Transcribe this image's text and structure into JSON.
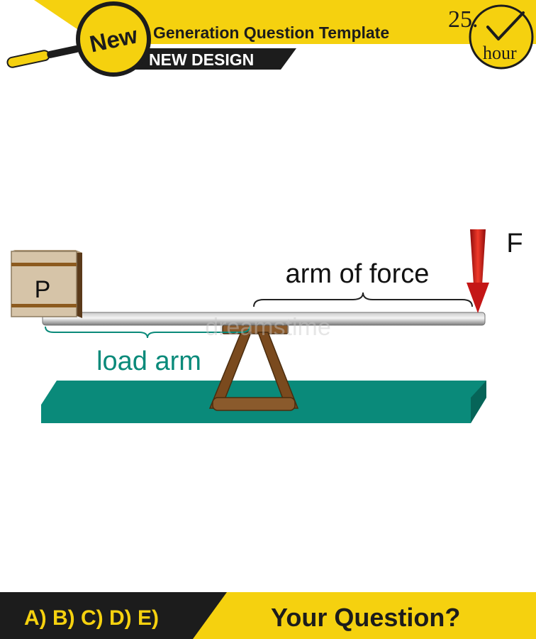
{
  "header": {
    "badge": "New",
    "title": "Generation Question Template",
    "subtitle": "NEW DESIGN",
    "timer_value": "25.",
    "timer_unit": "hour"
  },
  "diagram": {
    "box_label": "P",
    "force_label": "F",
    "arm_of_force_label": "arm of force",
    "load_arm_label": "load arm",
    "watermark": "dreamstime"
  },
  "footer": {
    "options": "A) B) C) D) E)",
    "question": "Your Question?"
  },
  "colors": {
    "yellow": "#f5d10f",
    "dark": "#1c1c1c",
    "teal": "#0a8a7a",
    "wood": "#7a4a1e",
    "arrow": "#d81f1f",
    "box": "#d6c4a8"
  }
}
